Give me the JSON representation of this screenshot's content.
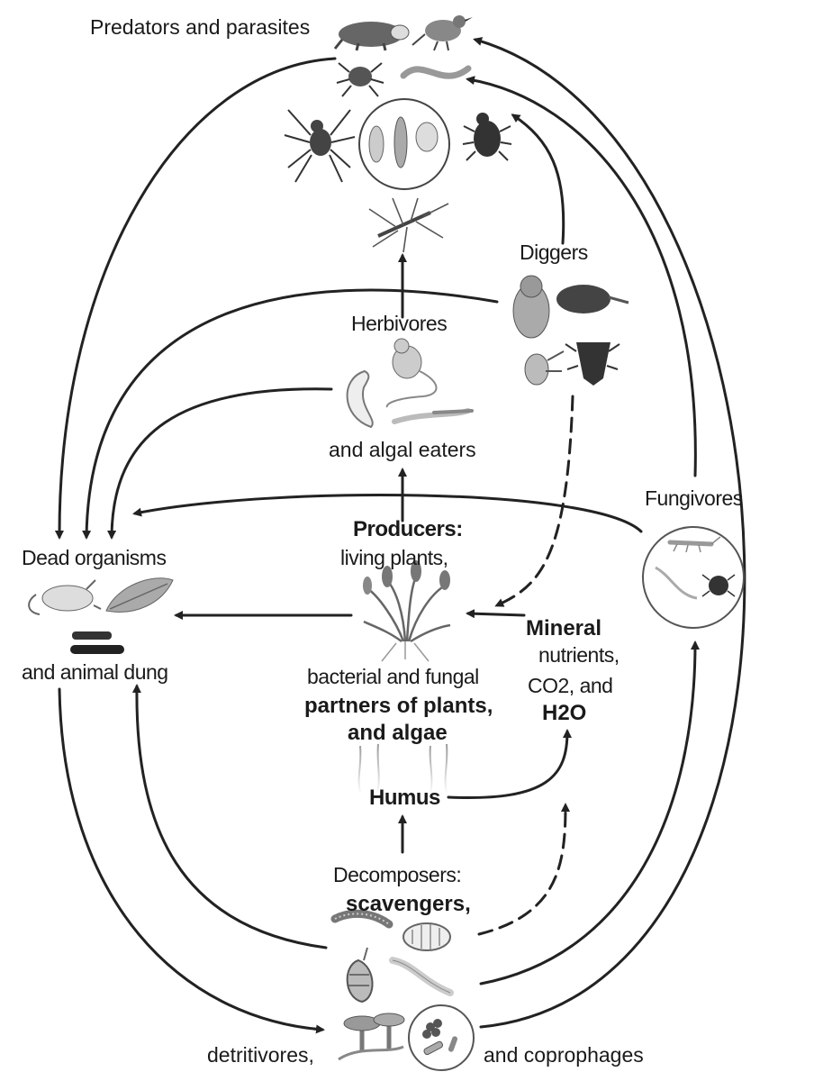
{
  "labels": {
    "predators": "Predators  and  parasites",
    "diggers": "Diggers",
    "herbivores": "Herbivores",
    "algal_eaters": "and  algal  eaters",
    "fungivores": "Fungivores",
    "producers": "Producers:",
    "living_plants": "living plants,",
    "dead_organisms": "Dead  organisms",
    "animal_dung": "and  animal  dung",
    "bacterial_fungal": "bacterial and fungal",
    "partners": "partners of plants,",
    "algae": "and algae",
    "mineral": "Mineral",
    "nutrients": "nutrients,",
    "co2": "CO2, and",
    "h2o": "H2O",
    "humus": "Humus",
    "decomposers": "Decomposers:",
    "scavengers": "scavengers,",
    "detritivores": "detritivores,",
    "coprophages": "and coprophages"
  },
  "icons": [
    "badger-icon",
    "bird-icon",
    "mite-icon",
    "worm-icon",
    "spider-icon",
    "microfauna-circle-icon",
    "beetle-icon",
    "mosquito-icon",
    "hamster-icon",
    "mole-icon",
    "cicada-nymph-icon",
    "stink-bug-icon",
    "grub-icon",
    "mouse-icon",
    "slug-icon",
    "dead-animal-icon",
    "leaf-icon",
    "dung-icon",
    "plant-icon",
    "roots-icon",
    "springtail-icon",
    "fungivores-circle-icon",
    "millipede-icon",
    "woodlouse-icon",
    "snail-icon",
    "earthworm-icon",
    "mushroom-icon",
    "bacteria-circle-icon"
  ]
}
